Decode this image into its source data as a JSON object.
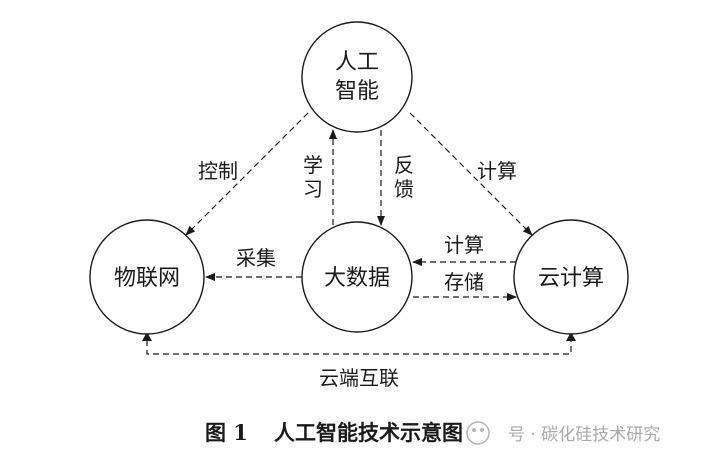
{
  "nodes": {
    "ai": {
      "line1": "人工",
      "line2": "智能"
    },
    "iot": {
      "label": "物联网"
    },
    "bigdata": {
      "label": "大数据"
    },
    "cloud": {
      "label": "云计算"
    }
  },
  "edges": {
    "control": "控制",
    "compute_top": "计算",
    "learn_1": "学",
    "learn_2": "习",
    "feedback_1": "反",
    "feedback_2": "馈",
    "collect": "采集",
    "compute_mid": "计算",
    "storage": "存储",
    "cloud_edge_interconnect": "云端互联"
  },
  "caption": {
    "figure_no": "图 1",
    "title": "人工智能技术示意图"
  },
  "watermark": {
    "text": "号 · 碳化硅技术研究"
  }
}
